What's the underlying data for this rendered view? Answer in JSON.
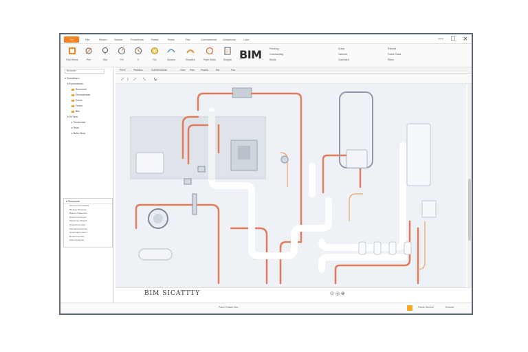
{
  "titlebar": {
    "tabs": [
      "Yxr",
      "File",
      "Reson",
      "Sessio",
      "Pocurtions",
      "Palrsf",
      "Rrars",
      "Fiid",
      "Commonmal",
      "Ocliuetons",
      "Ldut"
    ],
    "controls": {
      "minimize": "—",
      "maximize": "☐",
      "close": "✕"
    }
  },
  "ribbon": {
    "buttons": [
      {
        "label": "Rad Stmne",
        "icon": "pipe-tool-icon"
      },
      {
        "label": "Peri",
        "icon": "fitting-icon"
      },
      {
        "label": "Risc",
        "icon": "valve-icon"
      },
      {
        "label": "Fm",
        "icon": "gauge-icon"
      },
      {
        "label": "If",
        "icon": "timer-icon"
      },
      {
        "label": "Rlo",
        "icon": "pump-icon"
      },
      {
        "label": "Sacllow",
        "icon": "duct-icon"
      },
      {
        "label": "Rnoalled",
        "icon": "elbow-icon"
      },
      {
        "label": "Pighi Stand",
        "icon": "flange-icon"
      },
      {
        "label": "Sinaplic",
        "icon": "schedule-icon"
      }
    ],
    "logo": "BIM",
    "group1": [
      "Pewelog",
      "Cosvlcamteg",
      "Bfsale"
    ],
    "group2": [
      "Eraas",
      "Ozlmete",
      "Gavilnaed"
    ],
    "group3": [
      "Paenatt",
      "Faoee Gaus",
      "Rlaes"
    ]
  },
  "sidebar": {
    "search_placeholder": "Broeede",
    "tree": [
      {
        "label": "Ceusatluern",
        "level": 0
      },
      {
        "label": "Eycruvdonsk",
        "level": 1
      },
      {
        "label": "Sunmueet",
        "level": 2
      },
      {
        "label": "Eisunvaroeaz",
        "level": 2
      },
      {
        "label": "Exeuk",
        "level": 2
      },
      {
        "label": "Fesed",
        "level": 2
      },
      {
        "label": "Blie",
        "level": 2
      },
      {
        "label": "Sil Fvss",
        "level": 1
      },
      {
        "label": "Peclvsvssa",
        "level": 2
      },
      {
        "label": "Rvue",
        "level": 2
      },
      {
        "label": "Bolirn Bsuc",
        "level": 2
      }
    ],
    "properties": {
      "title": "Cnnreoene",
      "lines": [
        "Pennosruerent Erriss",
        "Rhnwee Pesserne",
        "Rtarsne Paeronelm",
        "Rirerronmmerteerv",
        "Hlertarmon Mcasur",
        "Srusptrinncortree",
        "Pumaenamncencer",
        "Reriorrniewmneen",
        "Rereenrrne Pae",
        "Pttursmnnamen"
      ]
    }
  },
  "viewtabs": [
    "Pernt",
    "Ptedillua",
    "Guinemuamde",
    "Geel",
    "Peer",
    "Fearlid",
    "Rel",
    "Pdo"
  ],
  "bottom": {
    "script": "BIM SICATTTY",
    "controls": [
      "⊙",
      "◎",
      "⊗"
    ]
  },
  "status": {
    "left": "Pannr Ruisen Sos",
    "mid": "Fdrnm Sioreen",
    "right": "Ennusd"
  }
}
